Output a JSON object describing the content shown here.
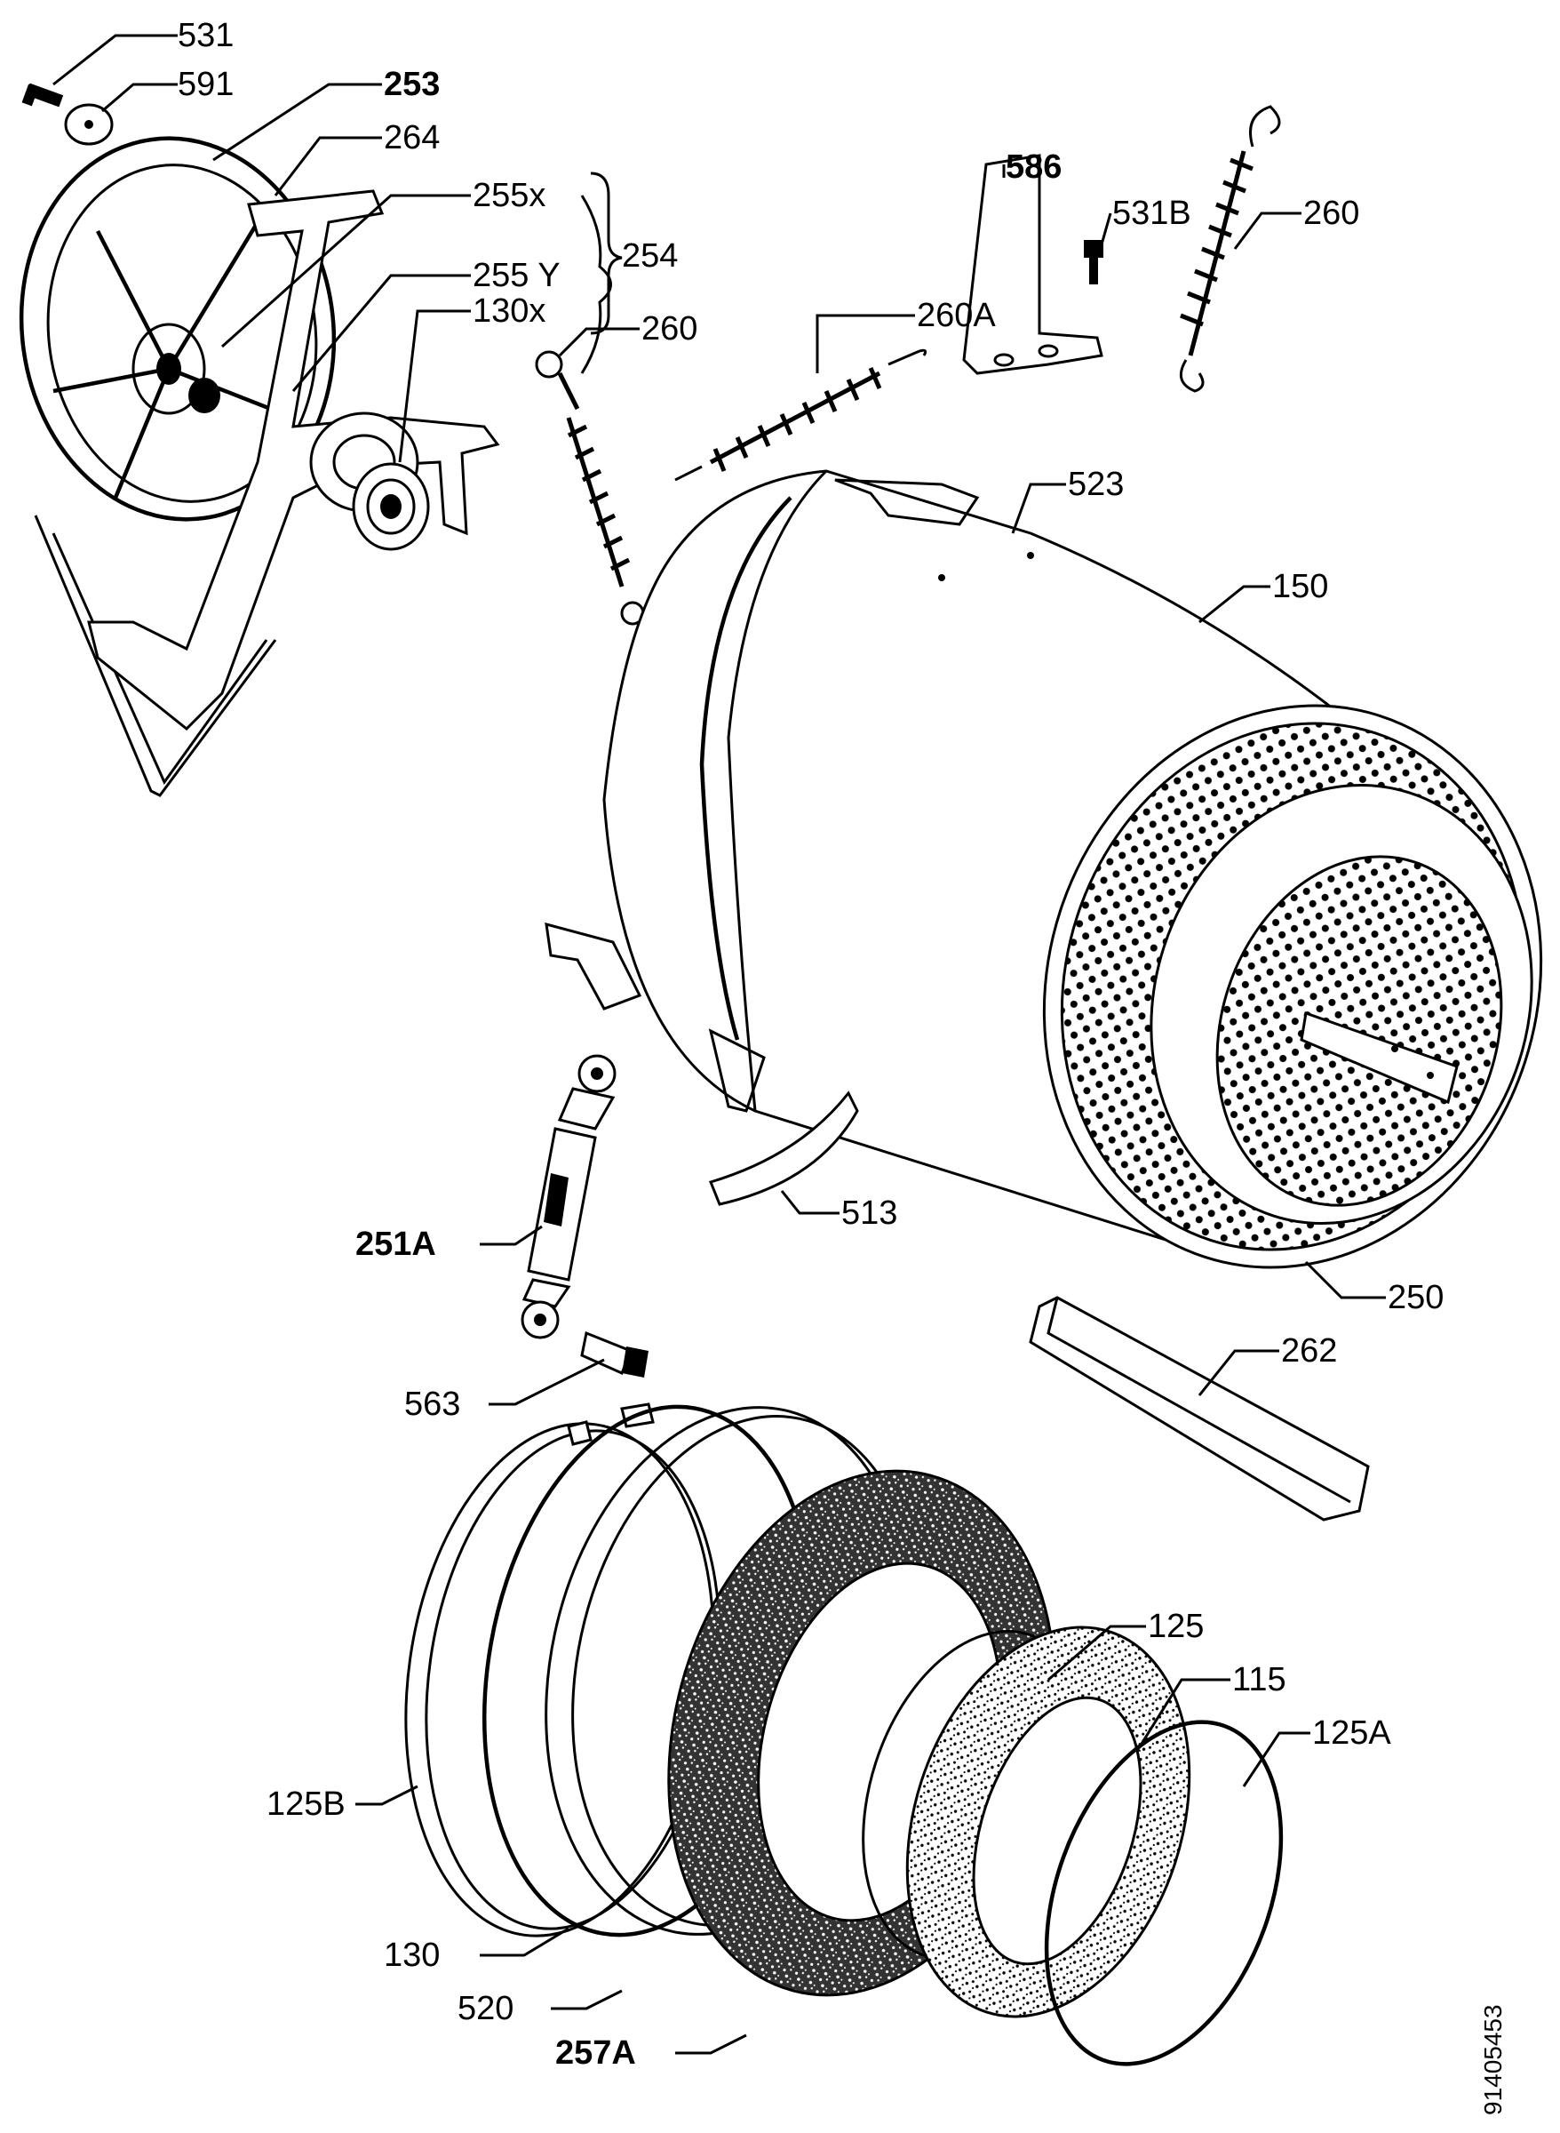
{
  "drawing_number": "91405453",
  "callouts": [
    {
      "id": "531",
      "text": "531",
      "bold": false
    },
    {
      "id": "591",
      "text": "591",
      "bold": false
    },
    {
      "id": "253",
      "text": "253",
      "bold": true
    },
    {
      "id": "264",
      "text": "264",
      "bold": false
    },
    {
      "id": "255x",
      "text": "255x",
      "bold": false
    },
    {
      "id": "255y",
      "text": "255 Y",
      "bold": false
    },
    {
      "id": "254",
      "text": "254",
      "bold": false
    },
    {
      "id": "130x",
      "text": "130x",
      "bold": false
    },
    {
      "id": "260a-left",
      "text": "260",
      "bold": false
    },
    {
      "id": "260A",
      "text": "260A",
      "bold": false
    },
    {
      "id": "586",
      "text": "586",
      "bold": true
    },
    {
      "id": "531B",
      "text": "531B",
      "bold": false
    },
    {
      "id": "260-right",
      "text": "260",
      "bold": false
    },
    {
      "id": "523",
      "text": "523",
      "bold": false
    },
    {
      "id": "150",
      "text": "150",
      "bold": false
    },
    {
      "id": "251A",
      "text": "251A",
      "bold": true
    },
    {
      "id": "513",
      "text": "513",
      "bold": false
    },
    {
      "id": "250",
      "text": "250",
      "bold": false
    },
    {
      "id": "262",
      "text": "262",
      "bold": false
    },
    {
      "id": "563",
      "text": "563",
      "bold": false
    },
    {
      "id": "125",
      "text": "125",
      "bold": false
    },
    {
      "id": "115",
      "text": "115",
      "bold": false
    },
    {
      "id": "125A",
      "text": "125A",
      "bold": false
    },
    {
      "id": "125B",
      "text": "125B",
      "bold": false
    },
    {
      "id": "130",
      "text": "130",
      "bold": false
    },
    {
      "id": "520",
      "text": "520",
      "bold": false
    },
    {
      "id": "257A",
      "text": "257A",
      "bold": true
    }
  ]
}
